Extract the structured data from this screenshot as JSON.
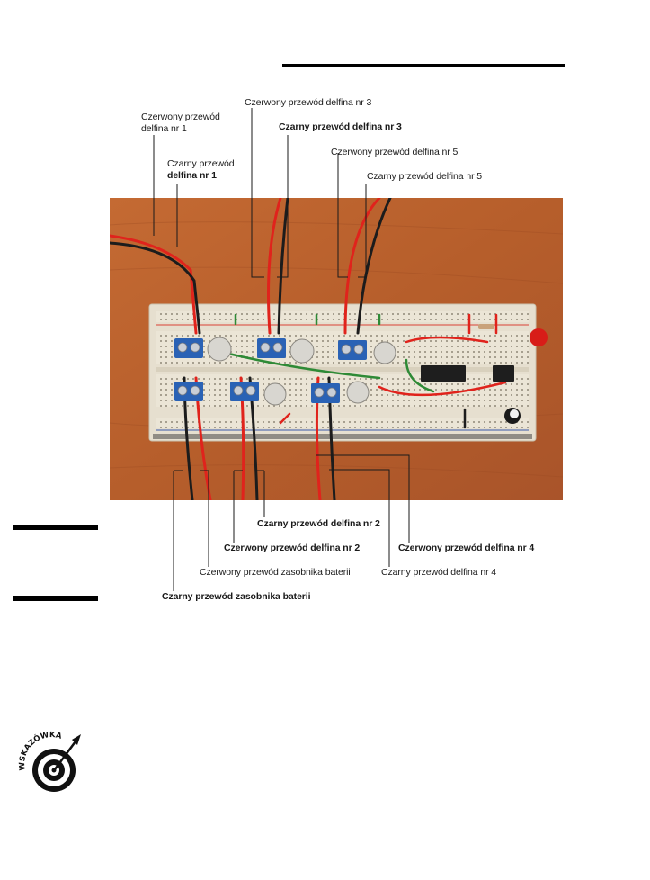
{
  "labels": {
    "l1_line1": "Czerwony przewód",
    "l1_line2": "delfina nr 1",
    "l2_line1": "Czarny przewód",
    "l2_line2": "delfina nr 1",
    "l3": "Czerwony przewód delfina nr 3",
    "l4": "Czarny przewód delfina nr 3",
    "l5": "Czerwony przewód delfina nr 5",
    "l6": "Czarny przewód delfina nr 5",
    "l7": "Czarny przewód delfina nr 2",
    "l8": "Czerwony przewód delfina nr 2",
    "l9": "Czerwony przewód delfina nr 4",
    "l10": "Czerwony przewód zasobnika baterii",
    "l11": "Czarny przewód delfina nr 4",
    "l12": "Czarny przewód zasobnika baterii"
  },
  "tip_icon": {
    "icon": "target-dart-icon",
    "text": "WSKAZÓWKA"
  },
  "colors": {
    "wood": "#b8612e",
    "breadboard": "#e9e2d2",
    "wire_red": "#e0231c",
    "wire_black": "#1c1c1c",
    "terminal_blue": "#2a62b5"
  }
}
